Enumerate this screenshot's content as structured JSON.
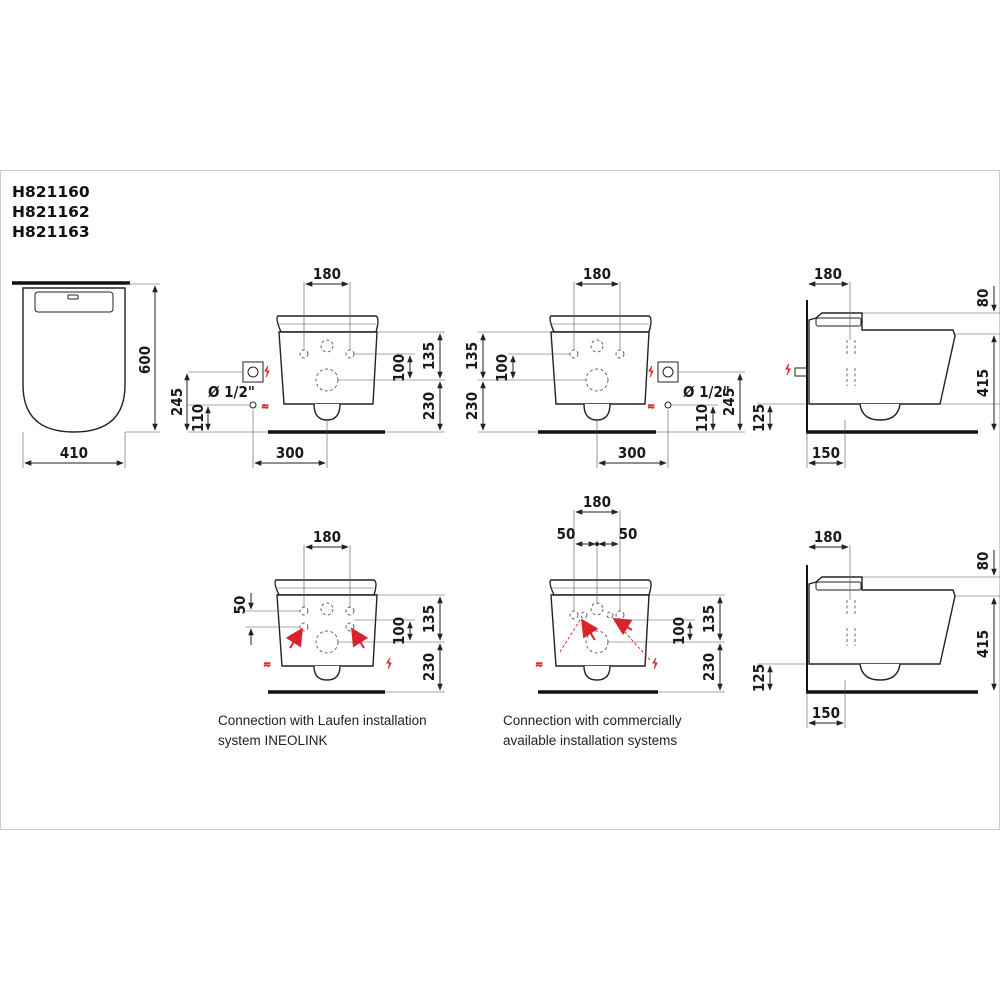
{
  "product_codes": [
    "H821160",
    "H821162",
    "H821163"
  ],
  "top_view": {
    "height": "600",
    "width": "410"
  },
  "front_left": {
    "top": "180",
    "left_dims": [
      "245",
      "110"
    ],
    "diameter": "Ø 1/2\"",
    "right_dims": [
      "100",
      "135",
      "230"
    ],
    "bottom": "300"
  },
  "front_right": {
    "top": "180",
    "left_dims": [
      "135",
      "100",
      "230"
    ],
    "diameter": "Ø 1/2\"",
    "right_dims": [
      "110",
      "245"
    ],
    "bottom": "300"
  },
  "side_top": {
    "top": "180",
    "right_dims": [
      "80",
      "415"
    ],
    "left_dim": "125",
    "bottom": "150"
  },
  "install_left": {
    "top": "180",
    "left_dim": "50",
    "right_dims": [
      "100",
      "135",
      "230"
    ]
  },
  "install_right": {
    "top": "180",
    "side_left": "50",
    "side_right": "50",
    "right_dims": [
      "100",
      "135",
      "230"
    ]
  },
  "side_bottom": {
    "top": "180",
    "right_dims": [
      "80",
      "415"
    ],
    "left_dim": "125",
    "bottom": "150"
  },
  "captions": {
    "ineolink": [
      "Connection with Laufen installation",
      "system INEOLINK"
    ],
    "commercial": [
      "Connection with commercially",
      "available installation systems"
    ]
  },
  "colors": {
    "accent": "#d8232a",
    "line": "#222222"
  }
}
